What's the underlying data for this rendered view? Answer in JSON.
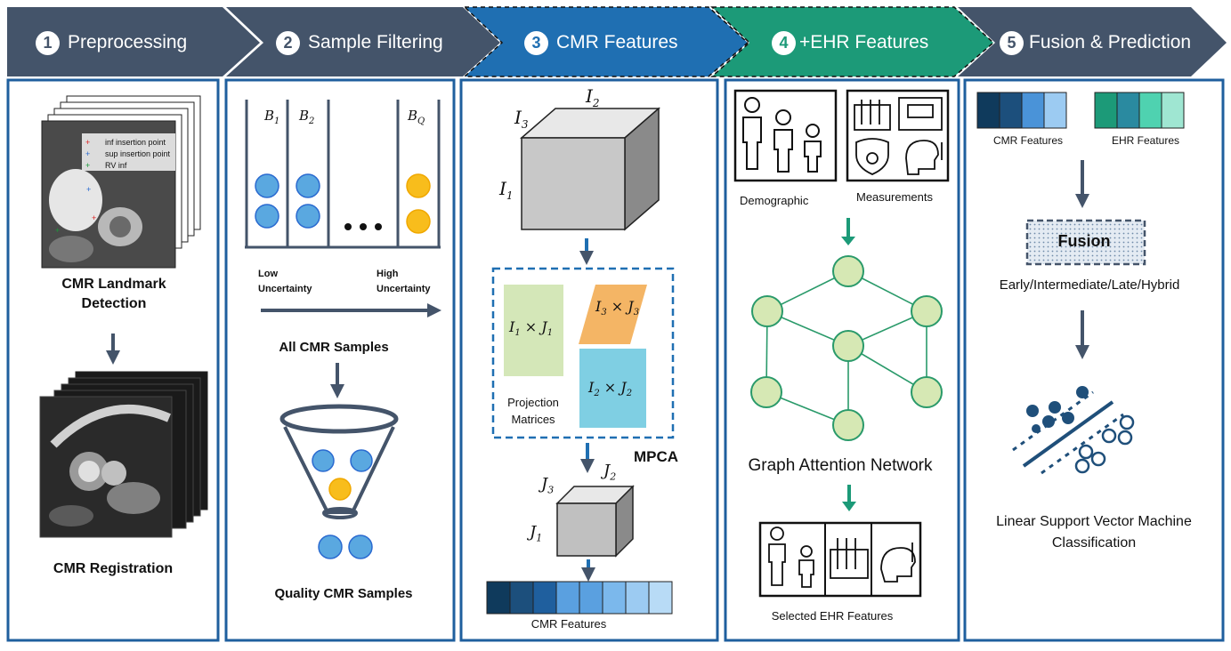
{
  "stages": [
    {
      "num": "1",
      "label": "Preprocessing"
    },
    {
      "num": "2",
      "label": "Sample Filtering"
    },
    {
      "num": "3",
      "label": "CMR Features"
    },
    {
      "num": "4",
      "label": "+EHR Features"
    },
    {
      "num": "5",
      "label": "Fusion & Prediction"
    }
  ],
  "colors": {
    "stage_dark": "#44546a",
    "stage_blue": "#1f6fb2",
    "stage_green": "#1c9a78",
    "panel_border": "#1f5f9e",
    "sample_blue": "#5aa8e0",
    "sample_orange": "#f8bd1c",
    "node_green": "#d6e8b4",
    "edge_green": "#2a9a6a"
  },
  "panel1": {
    "legend": [
      "inf insertion point",
      "sup insertion point",
      "RV inf"
    ],
    "landmark_title_1": "CMR Landmark",
    "landmark_title_2": "Detection",
    "registration_title": "CMR Registration"
  },
  "panel2": {
    "bins": [
      "B_1",
      "B_2",
      "B_Q"
    ],
    "low_1": "Low",
    "low_2": "Uncertainty",
    "high_1": "High",
    "high_2": "Uncertainty",
    "all_samples": "All CMR Samples",
    "quality_samples": "Quality CMR Samples"
  },
  "panel3": {
    "cube_i2": "I",
    "cube_i3": "I",
    "cube_i1": "I",
    "proj1": "I₁ × J₁",
    "proj2": "I₃ × J₃",
    "proj3": "I₂ × J₂",
    "proj_label_1": "Projection",
    "proj_label_2": "Matrices",
    "mpca": "MPCA",
    "cube_j3": "J",
    "cube_j2": "J",
    "cube_j1": "J",
    "features_label": "CMR Features"
  },
  "panel4": {
    "demographic": "Demographic",
    "measurements": "Measurements",
    "gat": "Graph Attention Network",
    "selected": "Selected EHR Features"
  },
  "panel5": {
    "cmr_features": "CMR Features",
    "ehr_features": "EHR Features",
    "fusion": "Fusion",
    "fusion_types": "Early/Intermediate/Late/Hybrid",
    "classifier_1": "Linear Support Vector Machine",
    "classifier_2": "Classification"
  }
}
